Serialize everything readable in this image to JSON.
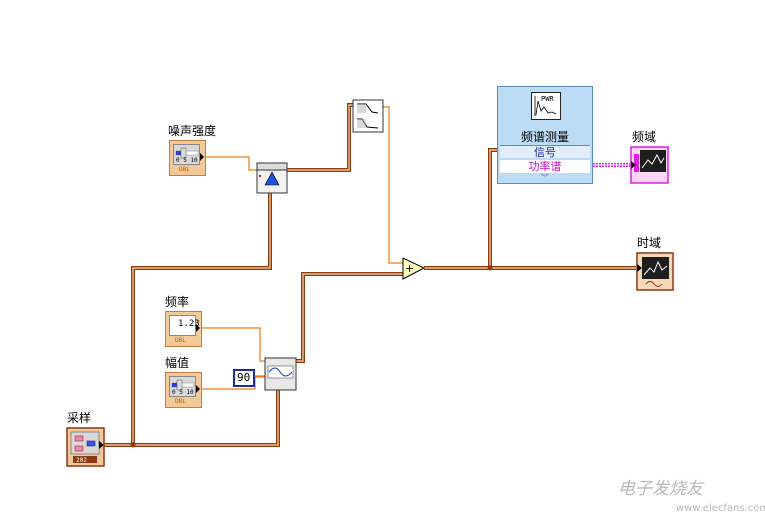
{
  "labels": {
    "noise": "噪声强度",
    "freq": "频率",
    "amp": "幅值",
    "sample": "采样",
    "freq_domain": "频域",
    "time_domain": "时域"
  },
  "constant_value": "90",
  "freq_control_value": "1.23",
  "dbl_tag": "DBL",
  "slider_ticks": "0  5  10",
  "express_vi": {
    "title": "频谱测量",
    "icon_text": "PWR",
    "input_terminal": "信号",
    "output_terminal": "功率谱"
  },
  "watermark": {
    "text": "电子发烧友",
    "url": "www.elecfans.com"
  },
  "colors": {
    "dbl_wire": "#f07c10",
    "waveform_wire": "#8a3a10",
    "spectrum_wire": "#e020e0",
    "express_bg": "#bcdcf6",
    "constant_border": "#1c2b9e"
  }
}
